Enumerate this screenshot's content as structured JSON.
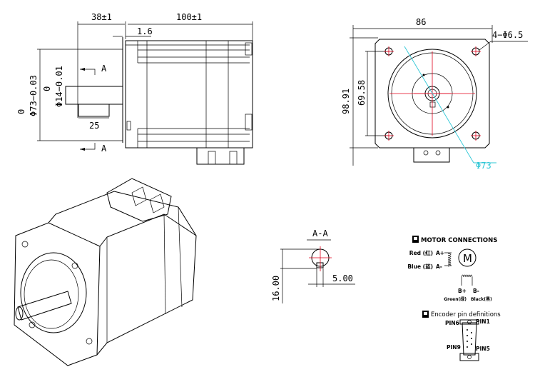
{
  "side_view": {
    "shaft_length": "38±1",
    "body_length": "100±1",
    "flange_offset": "1.6",
    "pilot_diameter_tol": "0",
    "pilot_diameter": "Φ73−0.03",
    "shaft_diameter_tol": "0",
    "shaft_diameter": "Φ14−0.01",
    "key_length": "25",
    "section_mark": "A"
  },
  "front_view": {
    "flange_width": "86",
    "bolt_circle": "98.91",
    "hole_spacing": "69.58",
    "holes": "4−Φ6.5",
    "pilot": "Φ73"
  },
  "section_view": {
    "title": "A-A",
    "height": "16.00",
    "key_width": "5.00"
  },
  "motor_connections": {
    "title": "MOTOR CONNECTIONS",
    "motor_symbol": "M",
    "wires": [
      {
        "color_label": "Red (红)",
        "terminal": "A+"
      },
      {
        "color_label": "Blue (蓝)",
        "terminal": "A-"
      },
      {
        "color_label": "Green(绿)",
        "terminal": "B+"
      },
      {
        "color_label": "Black(黑)",
        "terminal": "B-"
      }
    ],
    "accent_color": "#e0001a",
    "leader_color": "#2ec7d6"
  },
  "encoder": {
    "title": "Encoder pin definitions",
    "pins": [
      "PIN6",
      "PIN1",
      "PIN9",
      "PIN5"
    ]
  }
}
